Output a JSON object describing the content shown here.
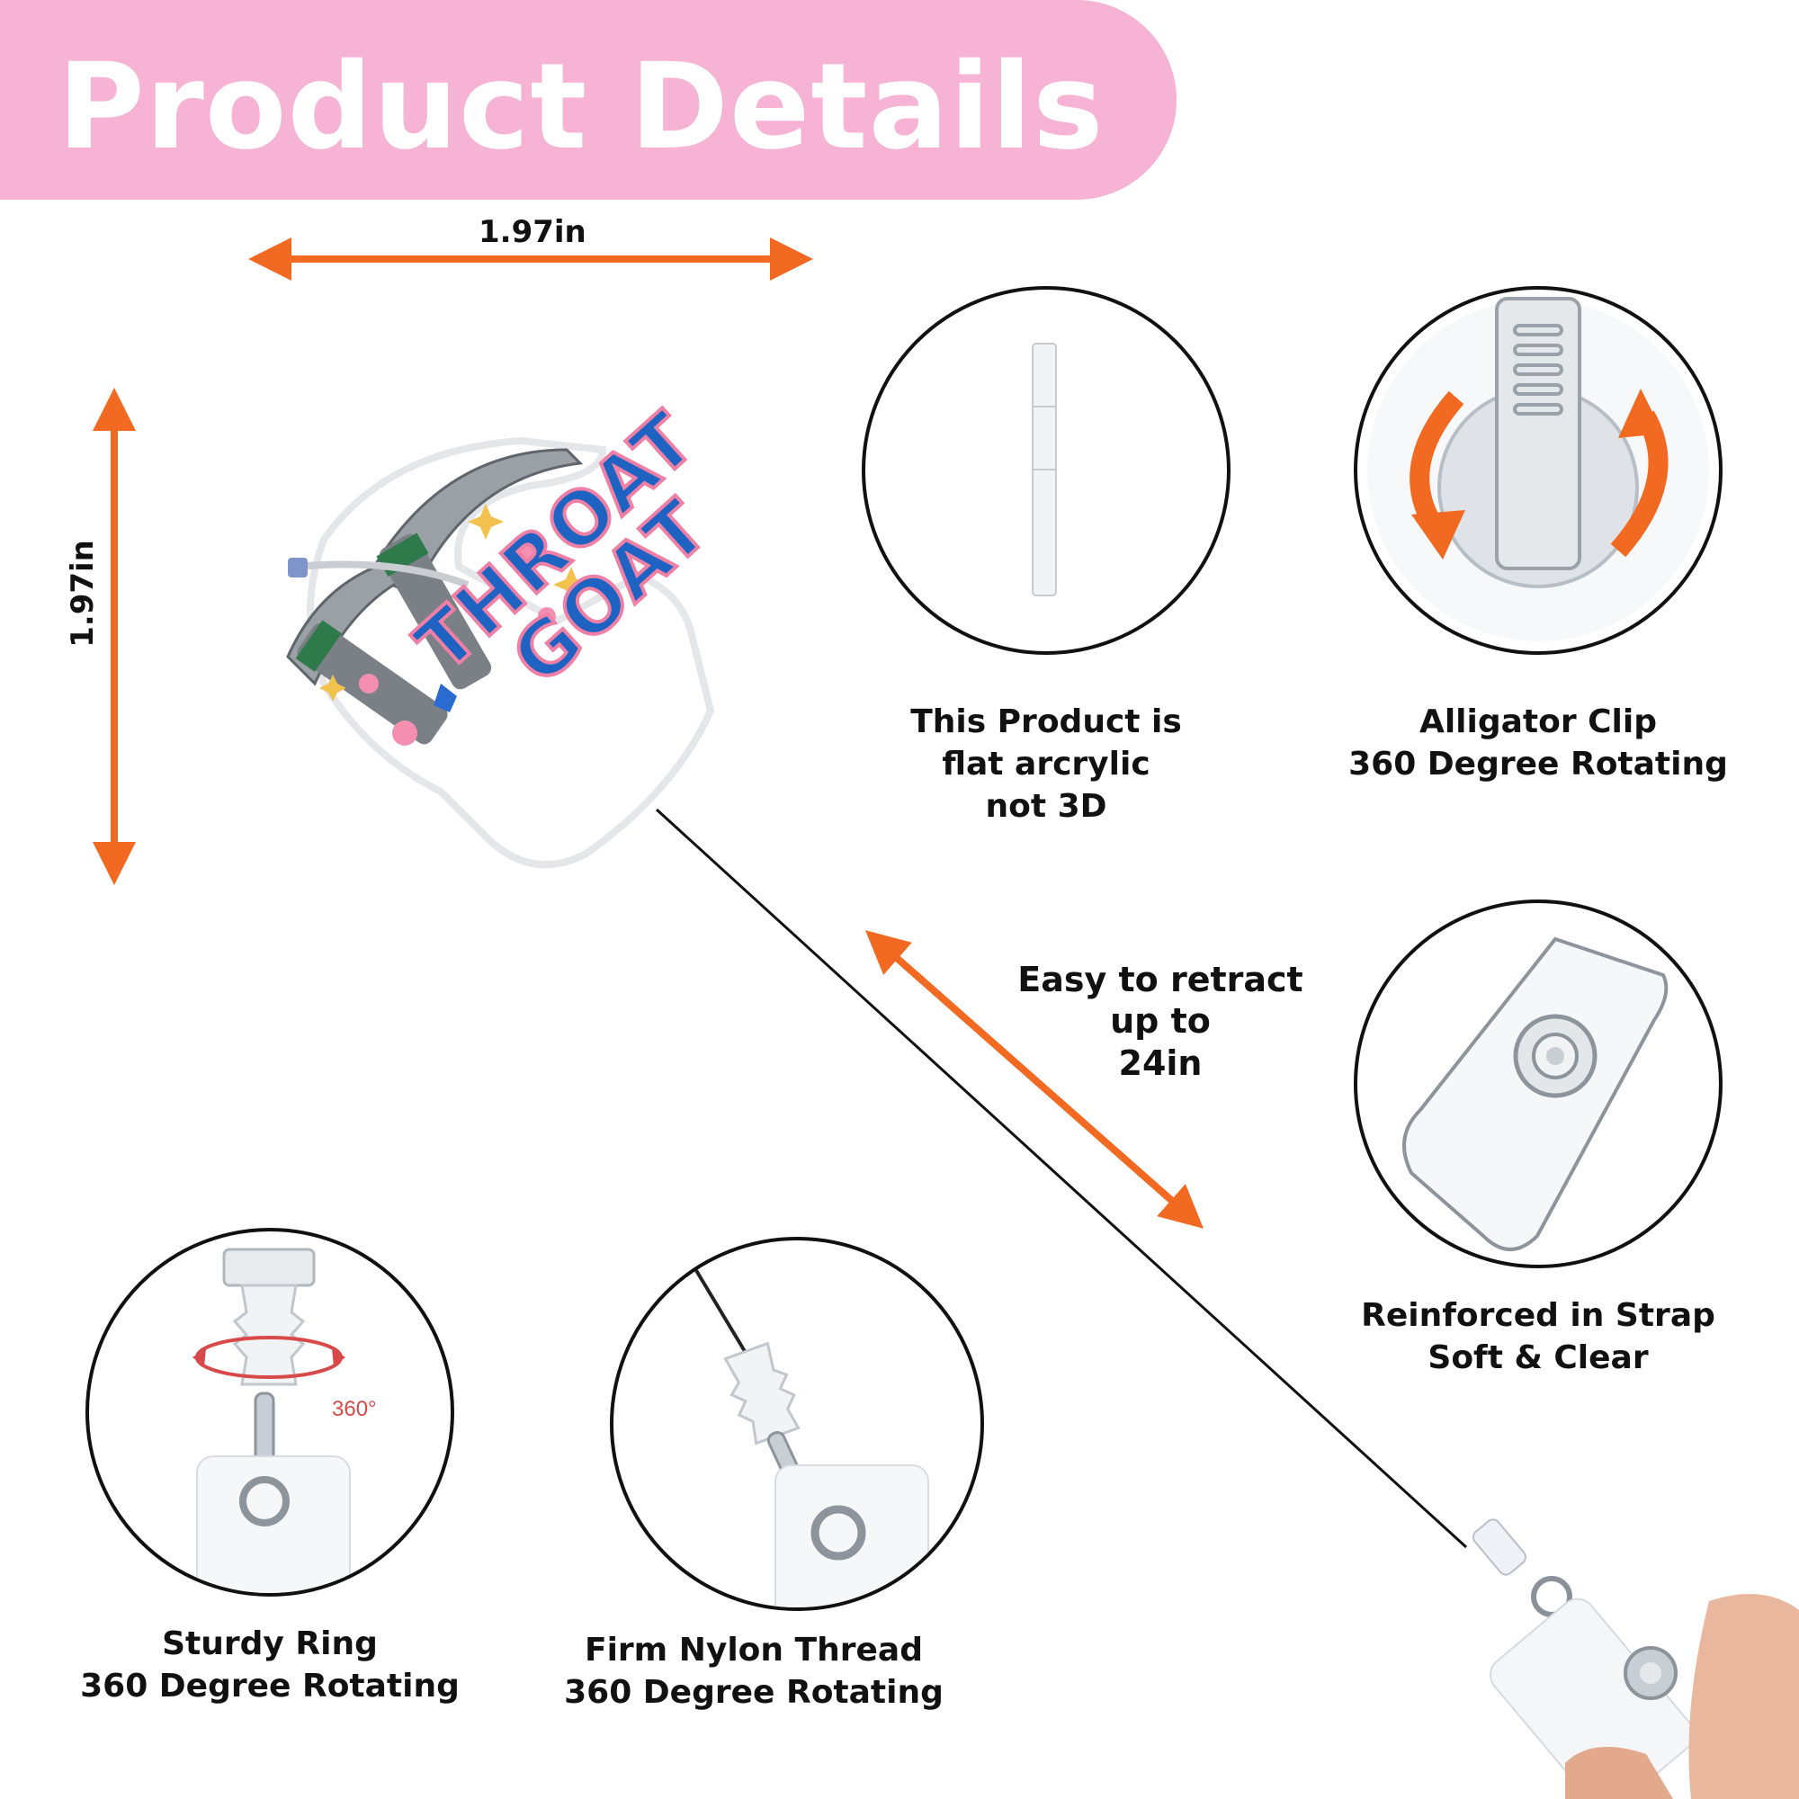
{
  "banner": {
    "title": "Product Details",
    "color": "#f6b3d3"
  },
  "dimensions": {
    "width_label": "1.97in",
    "height_label": "1.97in",
    "arrow_color": "#f26a21"
  },
  "badge": {
    "line1": "THROAT",
    "line2": "GOAT",
    "text_color": "#1f63c2",
    "outline_color": "#f07fa6"
  },
  "retract": {
    "line1": "Easy to retract",
    "line2": "up to",
    "line3": "24in"
  },
  "features": [
    {
      "line1": "This Product is",
      "line2": "flat arcrylic",
      "line3": "not 3D"
    },
    {
      "line1": "Alligator Clip",
      "line2": "360 Degree Rotating"
    },
    {
      "line1": "Reinforced in Strap",
      "line2": "Soft & Clear"
    },
    {
      "line1": "Sturdy Ring",
      "line2": "360 Degree Rotating",
      "angle_label": "360°"
    },
    {
      "line1": "Firm Nylon Thread",
      "line2": "360 Degree Rotating"
    }
  ]
}
